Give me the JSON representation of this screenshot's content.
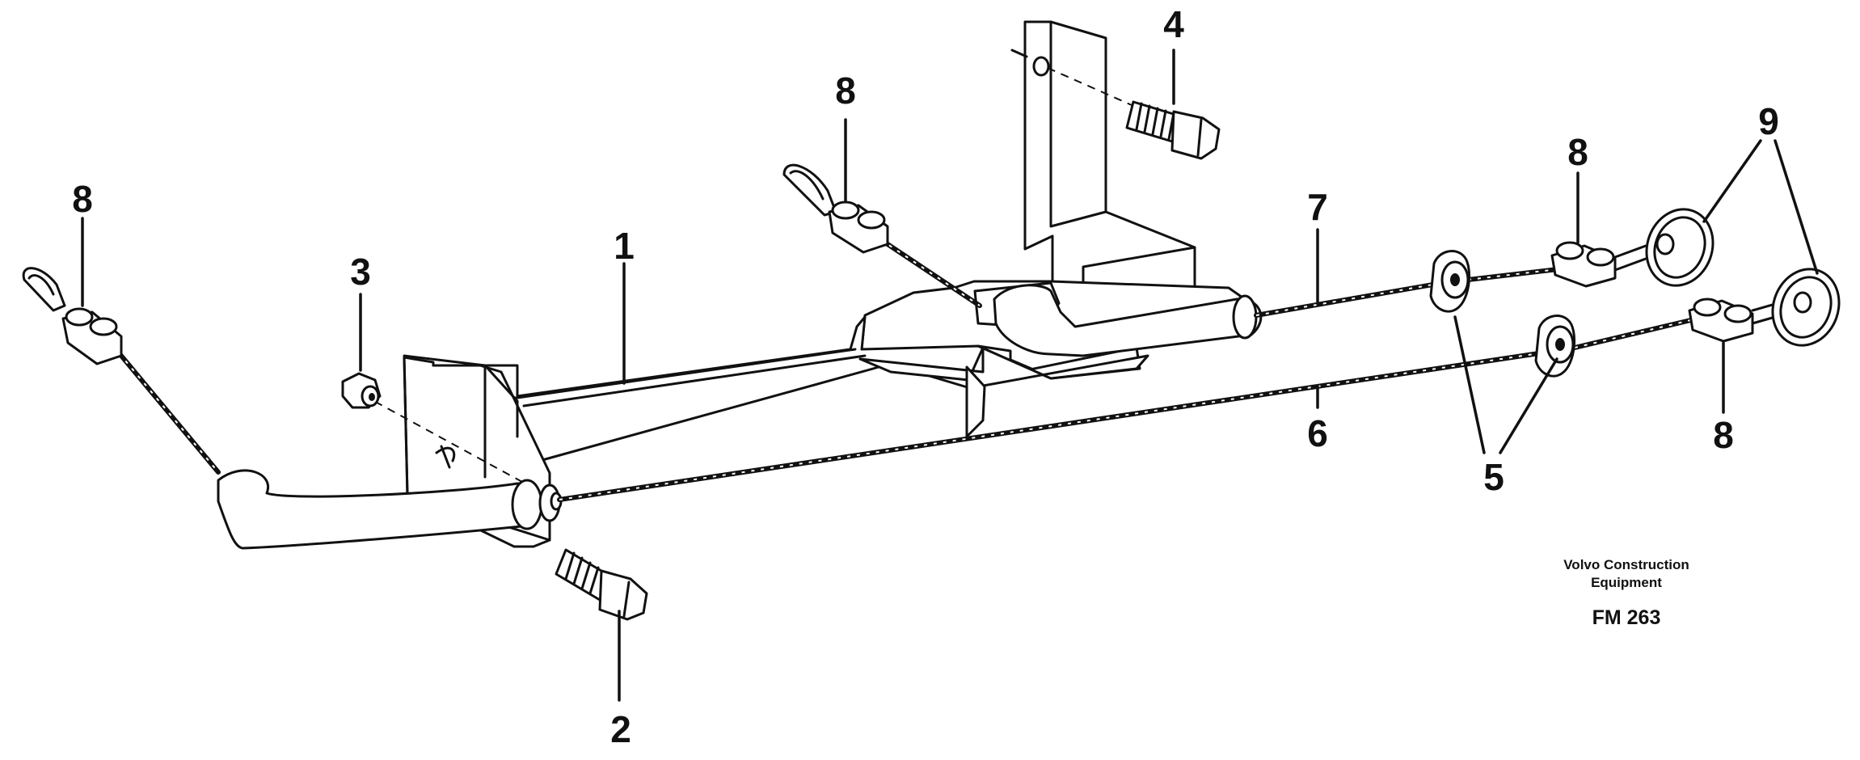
{
  "callouts": {
    "c1": "1",
    "c2": "2",
    "c3": "3",
    "c4": "4",
    "c5": "5",
    "c6": "6",
    "c7": "7",
    "c8a": "8",
    "c8b": "8",
    "c8c": "8",
    "c8d": "8",
    "c9": "9"
  },
  "credit": {
    "line1": "Volvo Construction",
    "line2": "Equipment",
    "code": "FM 263"
  },
  "colors": {
    "ink": "#111111",
    "paper": "#ffffff"
  }
}
